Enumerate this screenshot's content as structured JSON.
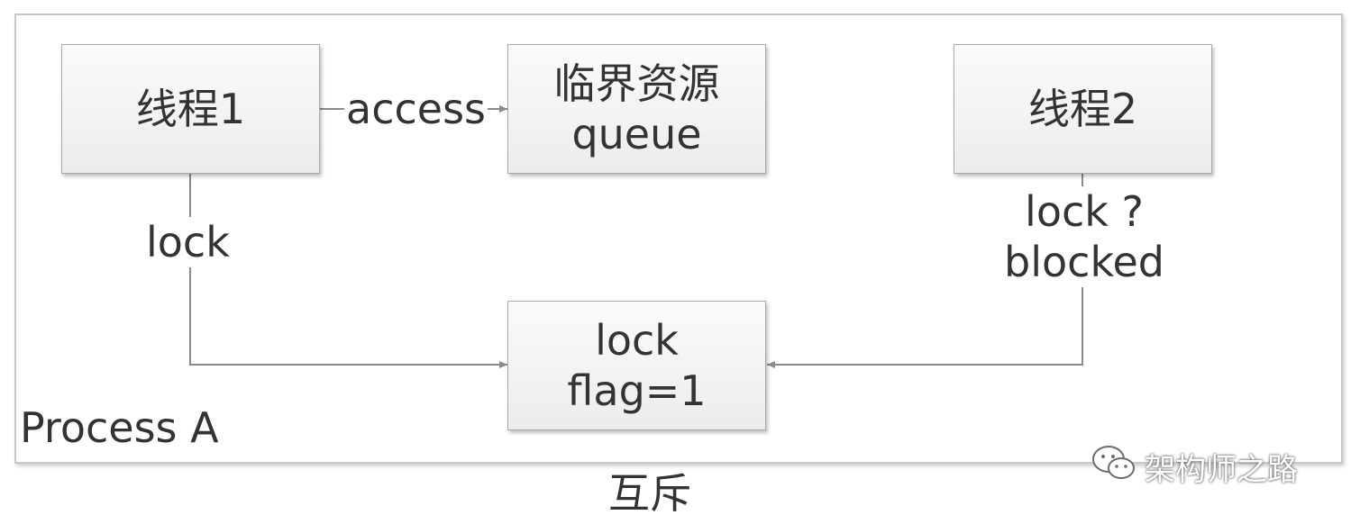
{
  "diagram": {
    "container_label": "Process A",
    "caption": "互斥",
    "nodes": {
      "thread1": {
        "label": "线程1"
      },
      "critical_resource": {
        "line1": "临界资源",
        "line2": "queue"
      },
      "thread2": {
        "label": "线程2"
      },
      "lock": {
        "line1": "lock",
        "line2": "flag=1"
      }
    },
    "edges": {
      "access": {
        "label": "access"
      },
      "thread1_lock": {
        "label": "lock"
      },
      "thread2_lock": {
        "line1": "lock ?",
        "line2": "blocked"
      }
    },
    "colors": {
      "box_fill": "#f0f0f0",
      "box_border": "#a9a9a9",
      "connector": "#8a8a8a",
      "text": "#333333"
    }
  },
  "watermark": {
    "icon": "wechat-icon",
    "text": "架构师之路"
  }
}
